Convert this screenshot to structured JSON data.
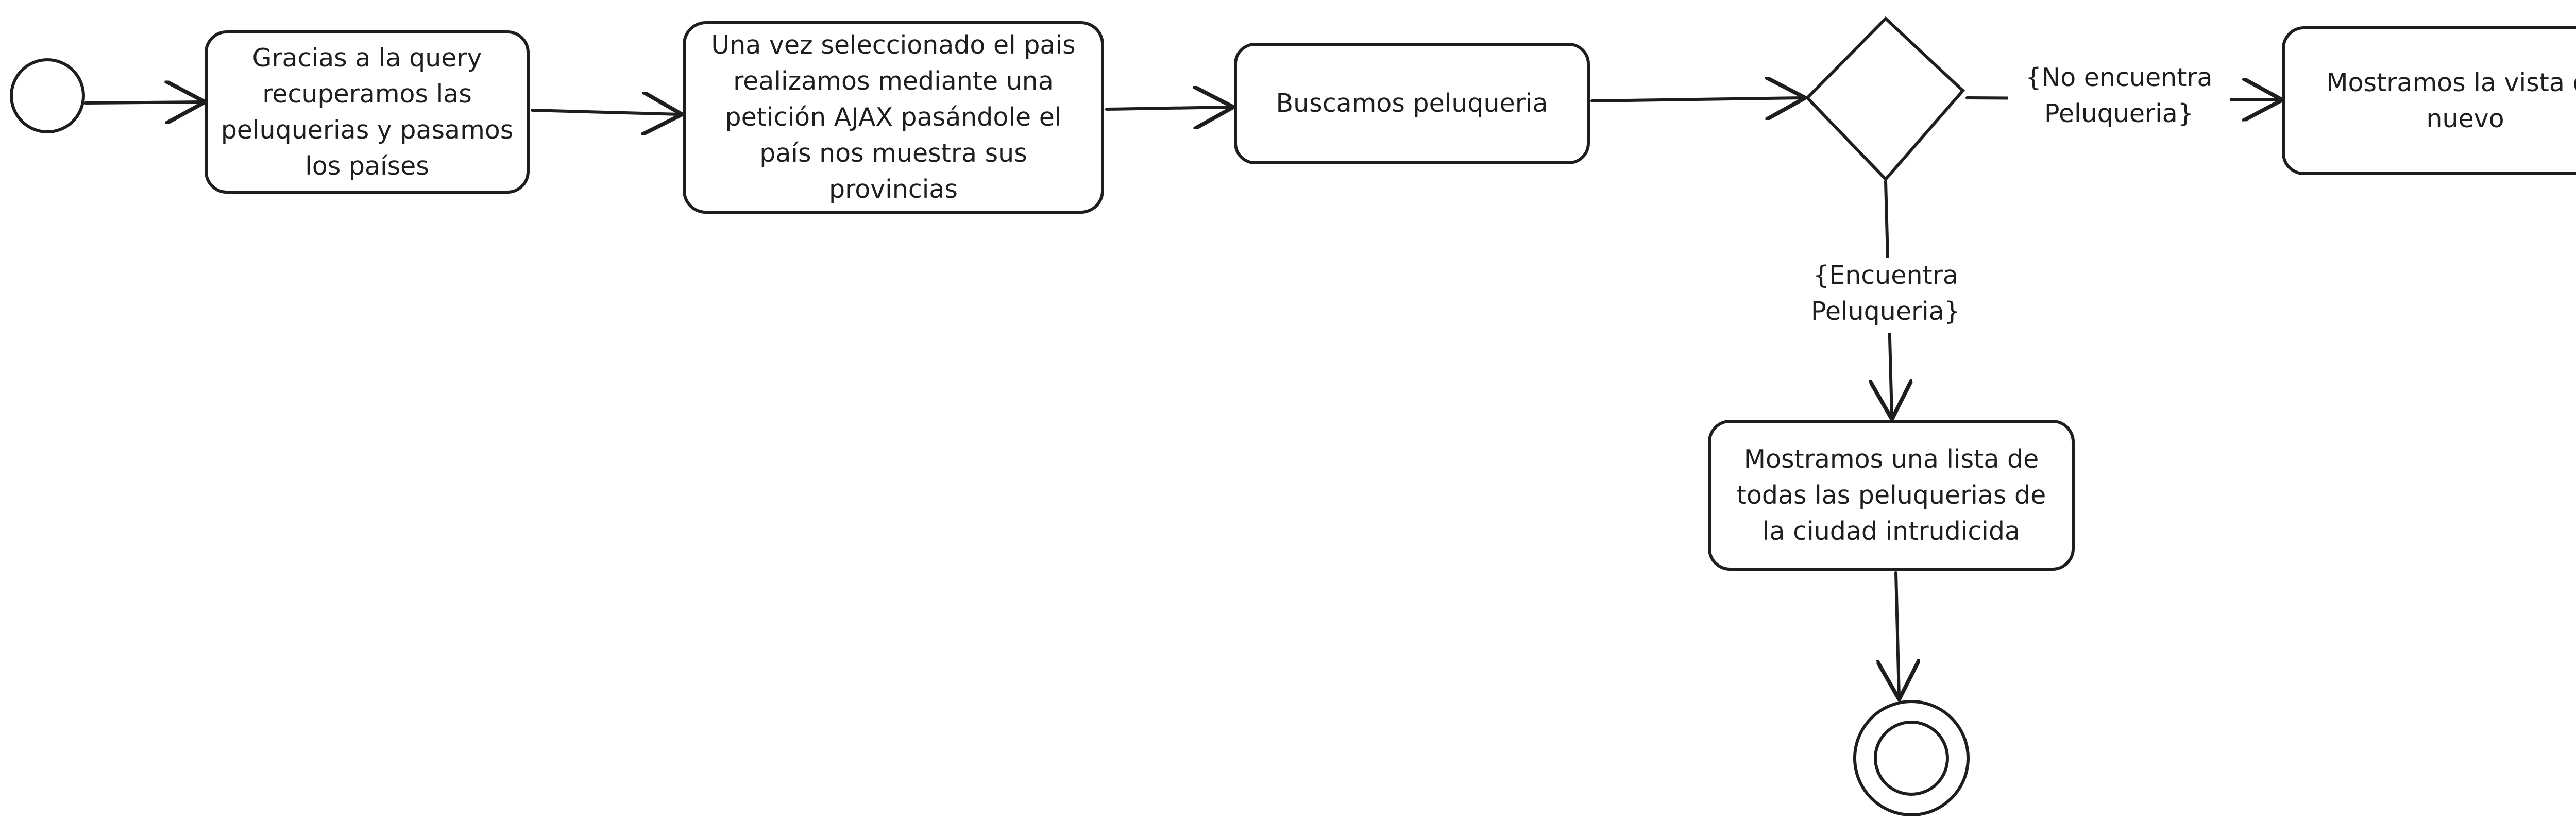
{
  "nodes": {
    "step1": "Gracias a la query\nrecuperamos las\npeluquerias y pasamos\nlos países",
    "step2": "Una vez seleccionado el pais\nrealizamos mediante una\npetición AJAX pasándole el\npaís nos muestra sus\nprovincias",
    "step3": "Buscamos peluqueria",
    "step4": "Mostramos la vista de\nnuevo",
    "step5": "Mostramos una lista de\ntodas las peluquerias de\nla ciudad intrudicida"
  },
  "edge_labels": {
    "not_found": "{No encuentra\nPeluqueria}",
    "found": "{Encuentra\nPeluqueria}"
  },
  "colors": {
    "stroke": "#1e1e1e",
    "fill": "#ffffff"
  }
}
